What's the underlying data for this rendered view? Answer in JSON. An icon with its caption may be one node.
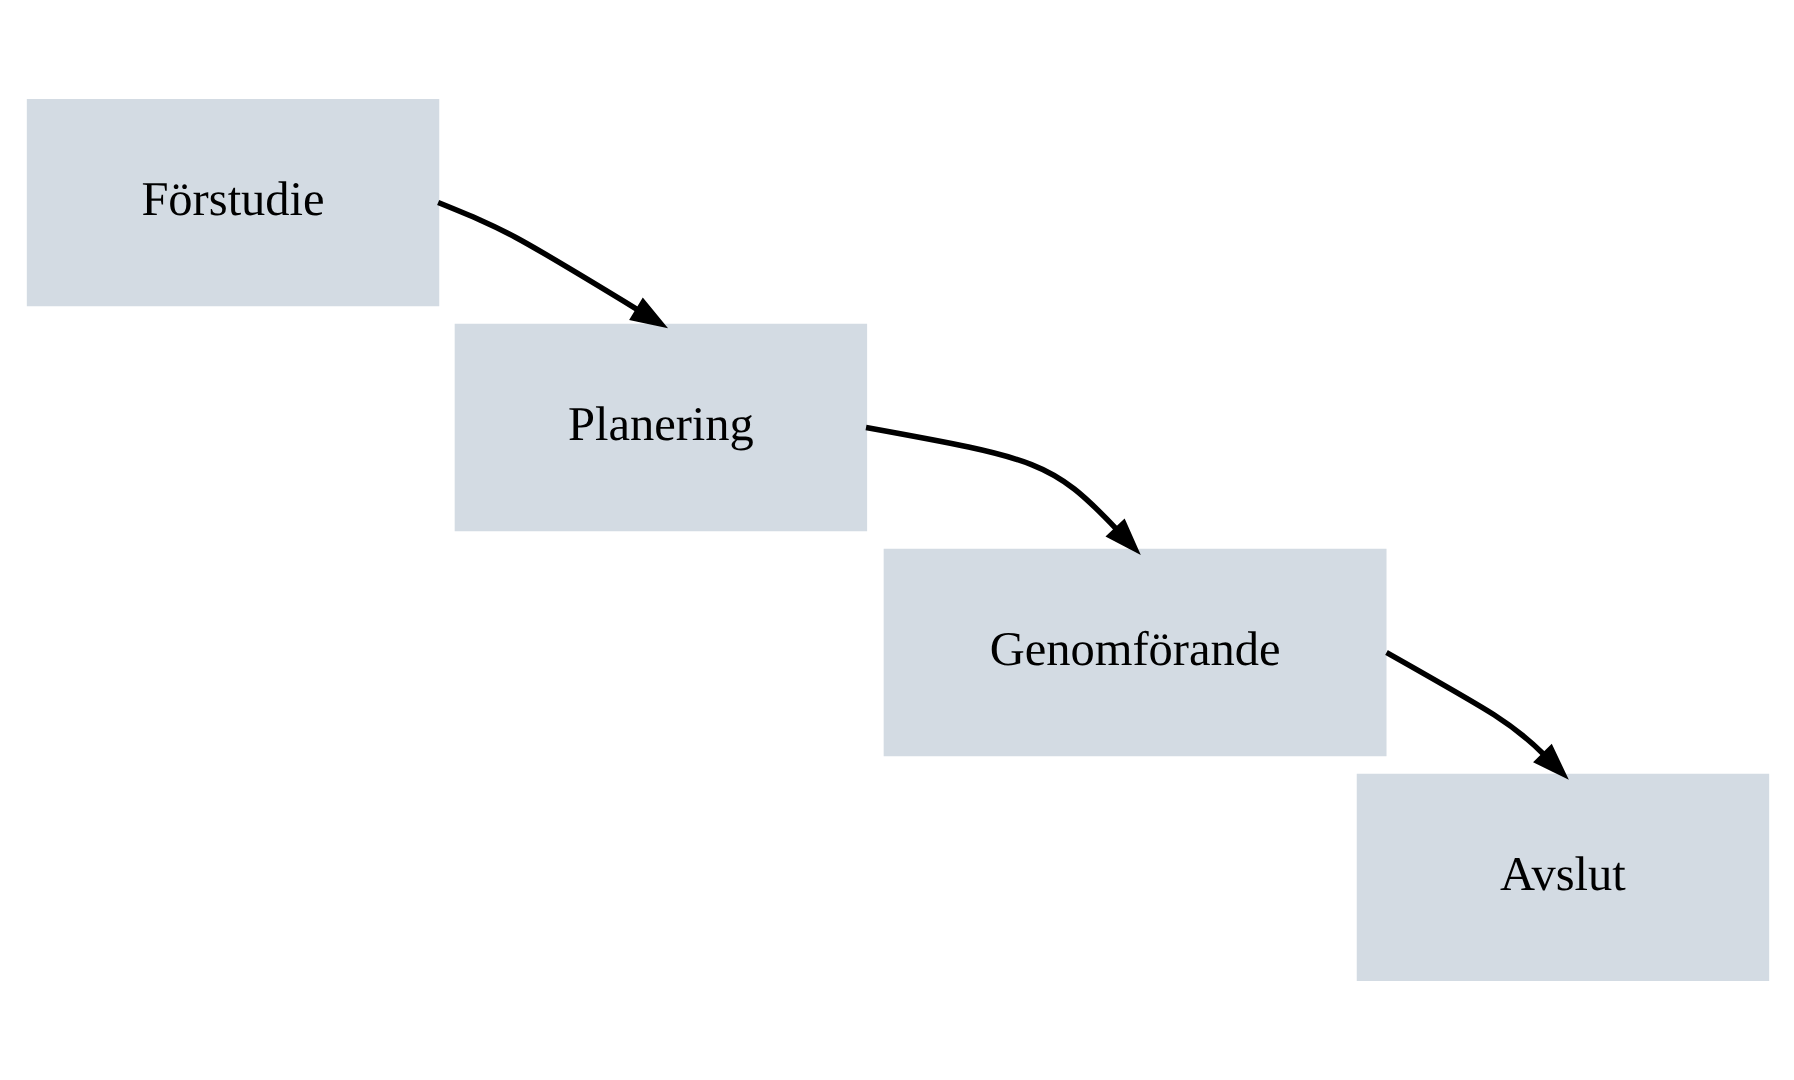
{
  "diagram": {
    "nodes": [
      {
        "text": [
          "Förstudie"
        ]
      },
      {
        "text": [
          "Planering"
        ]
      },
      {
        "text": [
          "Genomförande"
        ]
      },
      {
        "text": [
          "Avslut"
        ]
      }
    ],
    "edges": [
      {
        "from": 0,
        "to": 1,
        "arrow": "to"
      },
      {
        "from": 1,
        "to": 2,
        "arrow": "to"
      },
      {
        "from": 2,
        "to": 3,
        "arrow": "to"
      }
    ]
  }
}
